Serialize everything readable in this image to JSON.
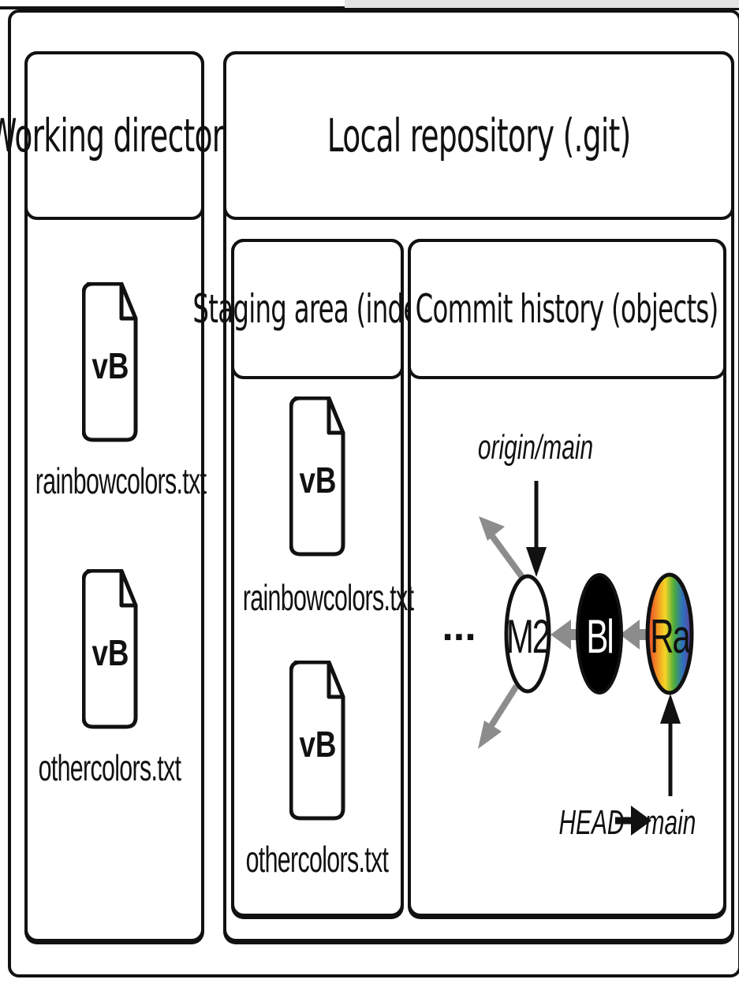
{
  "working_directory": {
    "title": "Working directory",
    "files": [
      {
        "label": "vB",
        "name": "rainbowcolors.txt"
      },
      {
        "label": "vB",
        "name": "othercolors.txt"
      }
    ]
  },
  "local_repository": {
    "title": "Local repository (.git)",
    "staging_area": {
      "title": "Staging area (index)",
      "files": [
        {
          "label": "vB",
          "name": "rainbowcolors.txt"
        },
        {
          "label": "vB",
          "name": "othercolors.txt"
        }
      ]
    },
    "commit_history": {
      "title": "Commit history (objects)",
      "ellipsis": "...",
      "commits": [
        {
          "label": "M2",
          "fill": "#ffffff",
          "text_color": "#111111"
        },
        {
          "label": "Bl",
          "fill": "#000000",
          "text_color": "#ffffff"
        },
        {
          "label": "Ra",
          "fill": "rainbow",
          "text_color": "#111111"
        }
      ],
      "refs": {
        "origin_main": "origin/main",
        "head": "HEAD",
        "main": "main"
      }
    }
  },
  "colors": {
    "stroke": "#111111",
    "parent_arrow": "#8c8c8c",
    "rainbow": [
      "#e8412f",
      "#f28c23",
      "#f5d626",
      "#4cad3c",
      "#2c6fbf",
      "#6a3d9a"
    ]
  }
}
